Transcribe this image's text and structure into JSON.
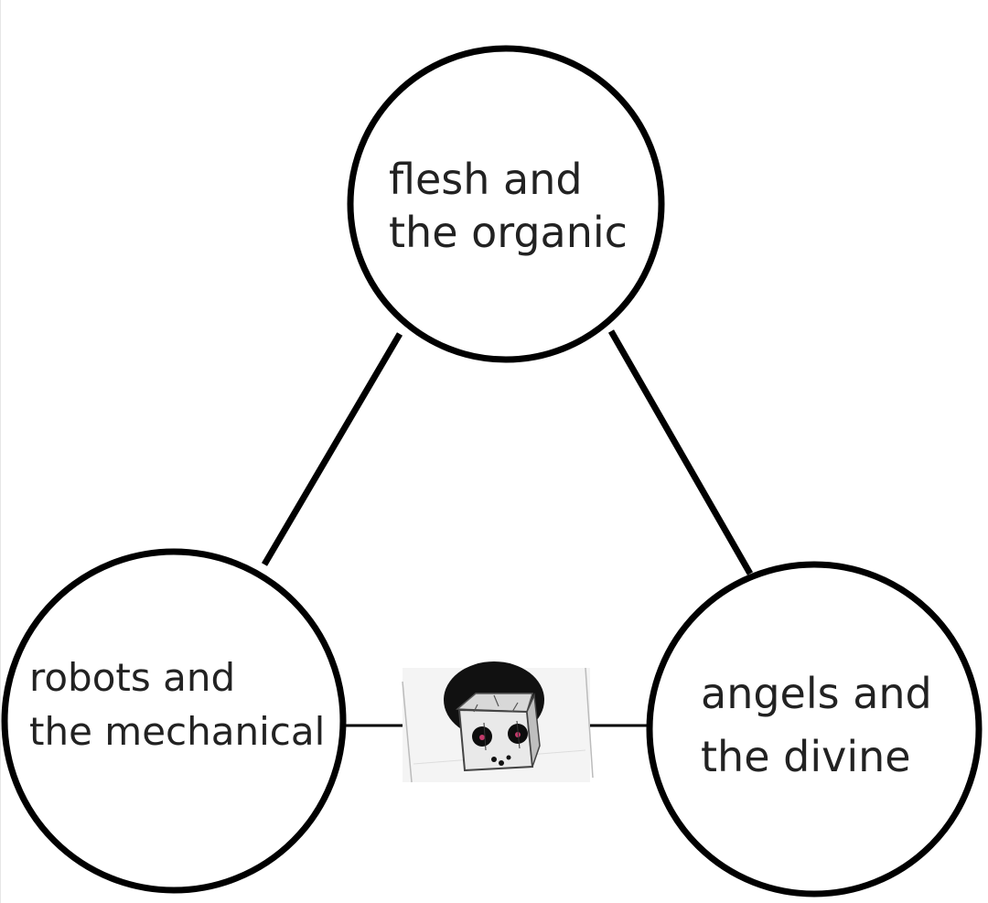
{
  "nodes": {
    "flesh": {
      "line1": "flesh and",
      "line2": "the organic"
    },
    "robots": {
      "line1": "robots and",
      "line2": "the mechanical"
    },
    "angels": {
      "line1": "angels and",
      "line2": "the divine"
    }
  },
  "colors": {
    "stroke": "#000000",
    "text": "#222222",
    "background": "#ffffff"
  },
  "icons": {
    "center": "robot-cube-face-icon"
  }
}
